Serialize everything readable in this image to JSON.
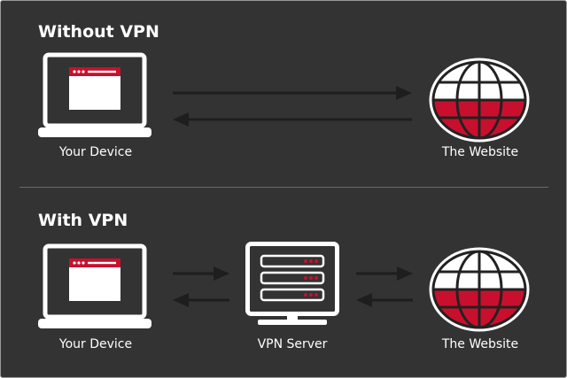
{
  "sections": {
    "without_vpn": {
      "title": "Without VPN",
      "device_label": "Your Device",
      "website_label": "The Website"
    },
    "with_vpn": {
      "title": "With VPN",
      "device_label": "Your Device",
      "server_label": "VPN Server",
      "website_label": "The Website"
    }
  },
  "colors": {
    "background": "#333333",
    "foreground": "#ffffff",
    "accent": "#c8102e",
    "arrow": "#1e1e1e"
  },
  "icons": [
    "laptop-icon",
    "globe-icon",
    "server-icon",
    "arrow-right-icon",
    "arrow-left-icon"
  ]
}
